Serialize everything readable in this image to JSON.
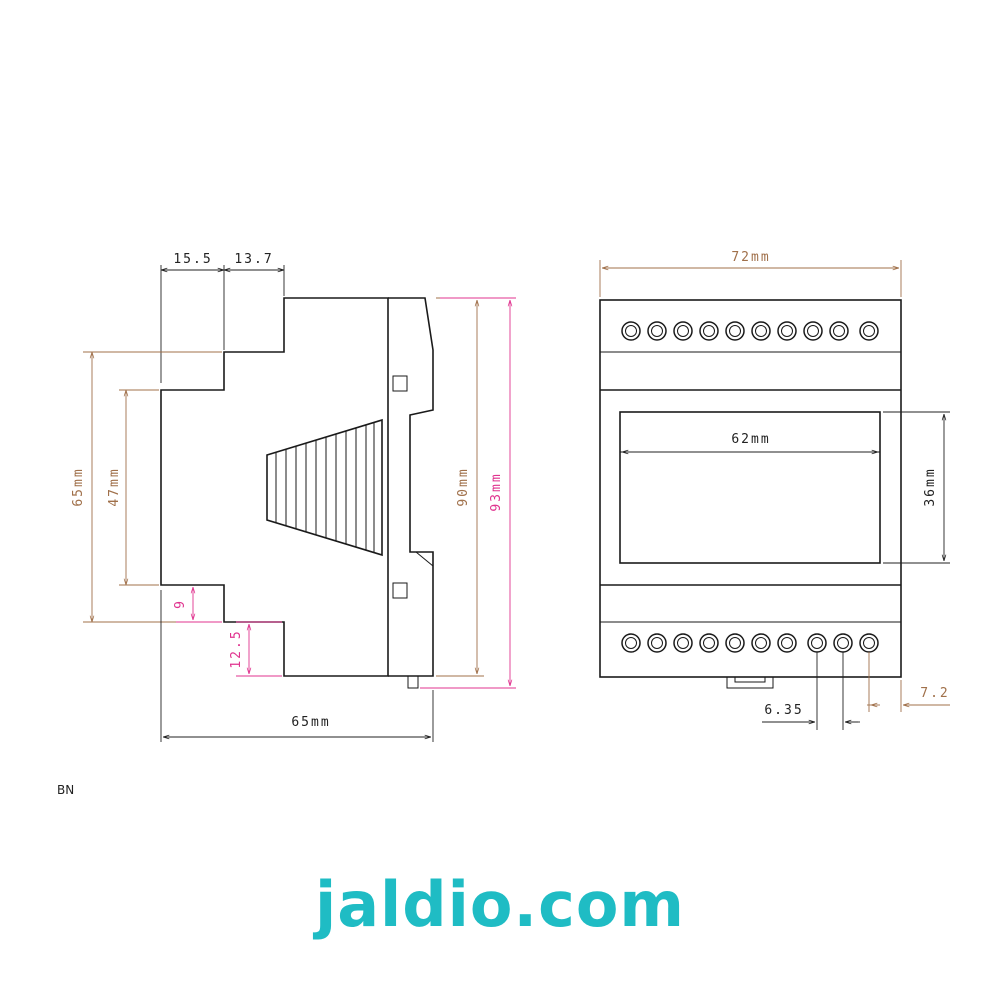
{
  "colors": {
    "line": "#1a1a1a",
    "dim_brown": "#a0704a",
    "dim_pink": "#e0338f",
    "dim_dark": "#222222",
    "brand": "#1fbcc4"
  },
  "side_view": {
    "dims": {
      "top_left": "15.5",
      "top_right": "13.7",
      "height_outer": "65mm",
      "height_inner": "47mm",
      "rail_offset": "9",
      "rail_depth": "12.5",
      "body_height": "90mm",
      "total_height": "93mm",
      "width": "65mm"
    }
  },
  "front_view": {
    "dims": {
      "width": "72mm",
      "window_width": "62mm",
      "window_height": "36mm",
      "terminal_pitch": "6.35",
      "edge_offset": "7.2"
    }
  },
  "caption": "BN",
  "brand": "jaldio.com"
}
